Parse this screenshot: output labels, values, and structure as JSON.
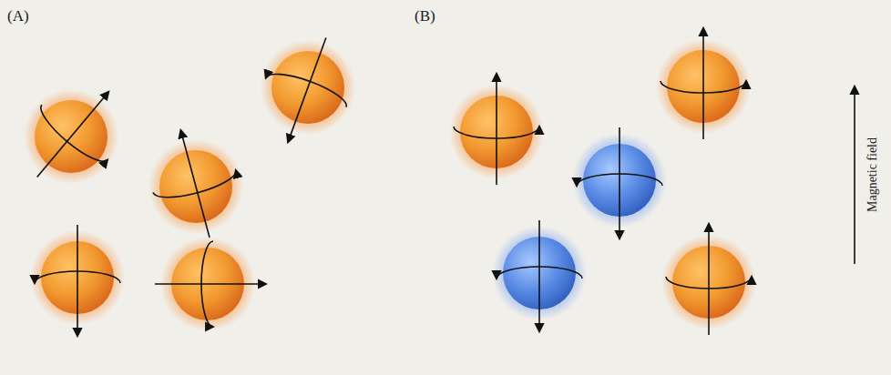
{
  "diagram": {
    "labels": [
      "(A)",
      "(B)",
      "Magnetic field"
    ]
  }
}
